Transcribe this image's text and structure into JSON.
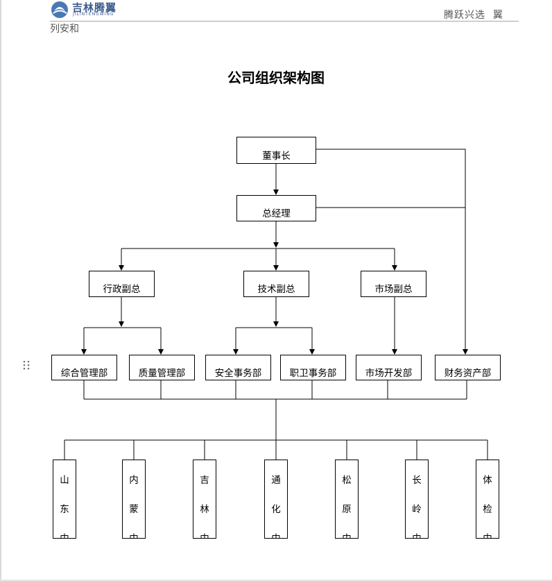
{
  "header": {
    "logo_cn": "吉林腾翼",
    "logo_en": "JILINTENGWING",
    "right_text": "腾跃兴选  翼",
    "left_text": "列安和"
  },
  "title": "公司组织架构图",
  "org": {
    "board": "董事长",
    "gm": "总经理",
    "vps": [
      "行政副总",
      "技术副总",
      "市场副总"
    ],
    "departments": [
      "综合管理部",
      "质量管理部",
      "安全事务部",
      "职卫事务部",
      "市场开发部",
      "财务资产部"
    ],
    "branches": [
      [
        "山",
        "东",
        "中"
      ],
      [
        "内",
        "蒙",
        "中"
      ],
      [
        "吉",
        "林",
        "中"
      ],
      [
        "通",
        "化",
        "中"
      ],
      [
        "松",
        "原",
        "中"
      ],
      [
        "长",
        "岭",
        "中"
      ],
      [
        "体",
        "检",
        "中"
      ]
    ]
  },
  "colors": {
    "line": "#000000",
    "logo": "#3a5a8c",
    "header_text": "#555555"
  }
}
